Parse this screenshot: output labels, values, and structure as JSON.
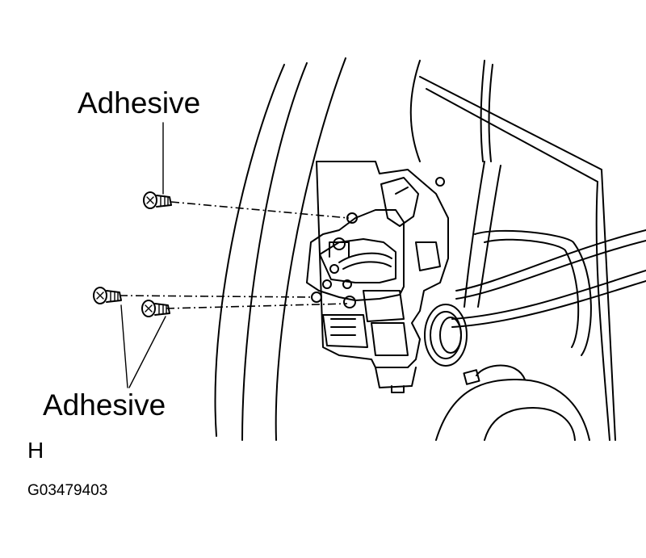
{
  "labels": {
    "adhesive_top": "Adhesive",
    "adhesive_bottom": "Adhesive",
    "view_letter": "H",
    "figure_code": "G03479403"
  }
}
